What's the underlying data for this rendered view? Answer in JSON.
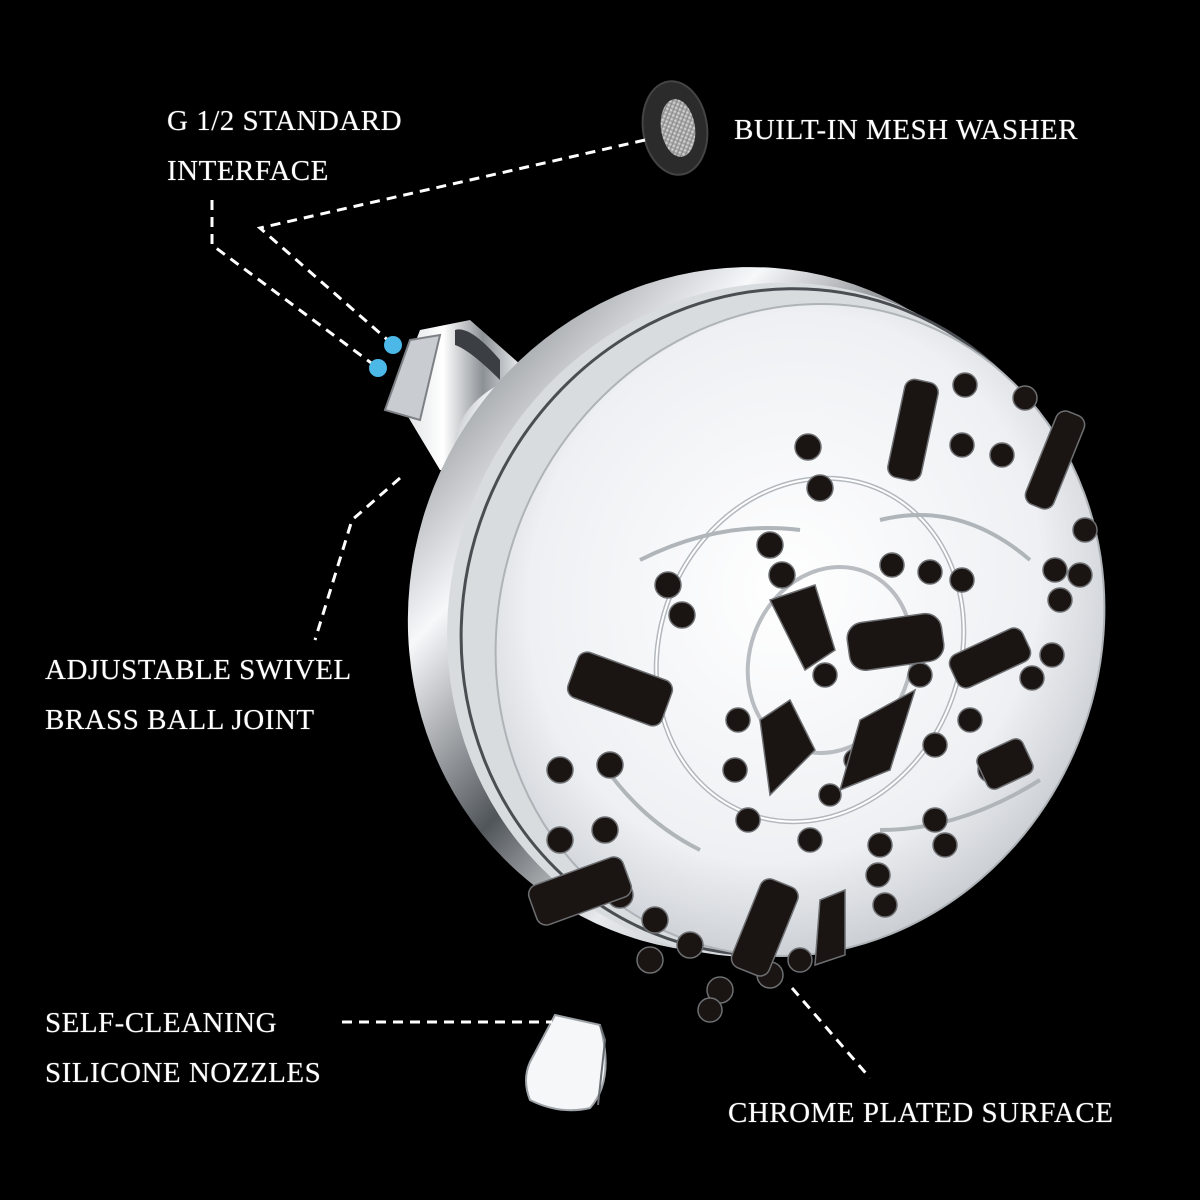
{
  "image": {
    "subject": "chrome multi-function shower head with callout annotations",
    "background_color": "#000000",
    "text_color": "#ffffff",
    "marker_color": "#4bb8e8",
    "nozzle_color": "#1a1412",
    "chrome_light": "#f4f6f8",
    "chrome_dark": "#5a5e63"
  },
  "callouts": {
    "interface": {
      "line1": "G 1/2 STANDARD",
      "line2": "INTERFACE"
    },
    "washer": {
      "line1": "BUILT-IN MESH WASHER"
    },
    "swivel": {
      "line1": "ADJUSTABLE SWIVEL",
      "line2": "BRASS BALL JOINT"
    },
    "nozzles": {
      "line1": "SELF-CLEANING",
      "line2": "SILICONE NOZZLES"
    },
    "surface": {
      "line1": "CHROME PLATED SURFACE"
    }
  },
  "icons": {
    "washer": "mesh-washer-icon",
    "markers": "blue-dot-marker-icon"
  }
}
